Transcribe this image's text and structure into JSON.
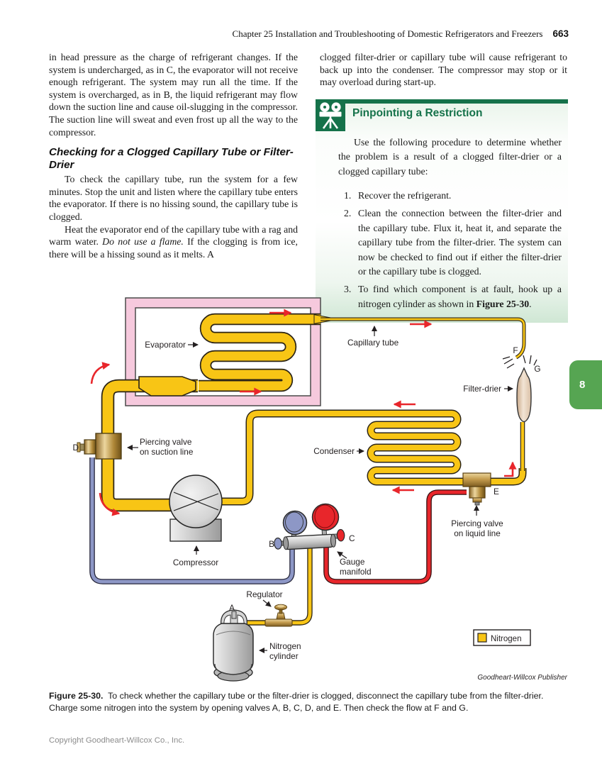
{
  "page": {
    "header": {
      "chapter_title": "Chapter 25 Installation and Troubleshooting of Domestic Refrigerators and Freezers",
      "page_number": "663"
    },
    "side_tab": "8",
    "footer": {
      "copyright": "Copyright Goodheart-Willcox Co., Inc."
    }
  },
  "left_column": {
    "para1": "in head pressure as the charge of refrigerant changes. If the system is undercharged, as in C, the evaporator will not receive enough refrigerant. The system may run all the time. If the system is overcharged, as in B, the liquid refrigerant may flow down the suction line and cause oil-slugging in the compressor. The suction line will sweat and even frost up all the way to the compressor.",
    "heading": "Checking for a Clogged Capillary Tube or Filter-Drier",
    "para2": "To check the capillary tube, run the system for a few minutes. Stop the unit and listen where the capillary tube enters the evaporator. If there is no hissing sound, the capillary tube is clogged.",
    "para3_pre": "Heat the evaporator end of the capillary tube with a rag and warm water. ",
    "para3_italic": "Do not use a flame.",
    "para3_post": " If the clogging is from ice, there will be a hissing sound as it melts. A"
  },
  "right_column": {
    "para1": "clogged filter-drier or capillary tube will cause refrigerant to back up into the condenser. The compressor may stop or it may overload during start-up.",
    "feature_box": {
      "icon": "film-projector-icon",
      "title": "Pinpointing a Restriction",
      "intro": "Use the following procedure to determine whether the problem is a result of a clogged filter-drier or a clogged capillary tube:",
      "steps": [
        {
          "num": "1.",
          "text": "Recover the refrigerant."
        },
        {
          "num": "2.",
          "text": "Clean the connection between the filter-drier and the capillary tube. Flux it, heat it, and separate the capillary tube from the filter-drier. The system can now be checked to find out if either the filter-drier or the capillary tube is clogged."
        },
        {
          "num": "3.",
          "pre": "To find which component is at fault, hook up a nitrogen cylinder as shown in ",
          "bold": "Figure 25-30",
          "post": "."
        }
      ]
    }
  },
  "figure": {
    "labels": {
      "evaporator": "Evaporator",
      "capillary_tube": "Capillary tube",
      "f": "F",
      "g": "G",
      "filter_drier": "Filter-drier",
      "condenser": "Condenser",
      "d": "D",
      "piercing_suction_1": "Piercing valve",
      "piercing_suction_2": "on suction line",
      "e": "E",
      "piercing_liquid_1": "Piercing valve",
      "piercing_liquid_2": "on liquid line",
      "compressor": "Compressor",
      "gauge_1": "Gauge",
      "gauge_2": "manifold",
      "b": "B",
      "c": "C",
      "regulator": "Regulator",
      "a": "A",
      "nitrogen_1": "Nitrogen",
      "nitrogen_2": "cylinder"
    },
    "legend": {
      "nitrogen": "Nitrogen",
      "swatch_color": "#f8c515"
    },
    "credit": "Goodheart-Willcox Publisher",
    "colors": {
      "tube_yellow": "#f8c515",
      "flow_arrow_red": "#e8262b",
      "cabinet_pink": "#f6c9dd",
      "hose_blue": "#8d97c6",
      "hose_red": "#e8262b",
      "brass": "#c49c4e",
      "filter_drier_tan": "#ead9c6",
      "feature_green_dark": "#15724a",
      "tab_green": "#56a552"
    }
  },
  "caption": {
    "label": "Figure 25-30.",
    "text": "To check whether the capillary tube or the filter-drier is clogged, disconnect the capillary tube from the filter-drier. Charge some nitrogen into the system by opening valves A, B, C, D, and E. Then check the flow at F and G."
  }
}
